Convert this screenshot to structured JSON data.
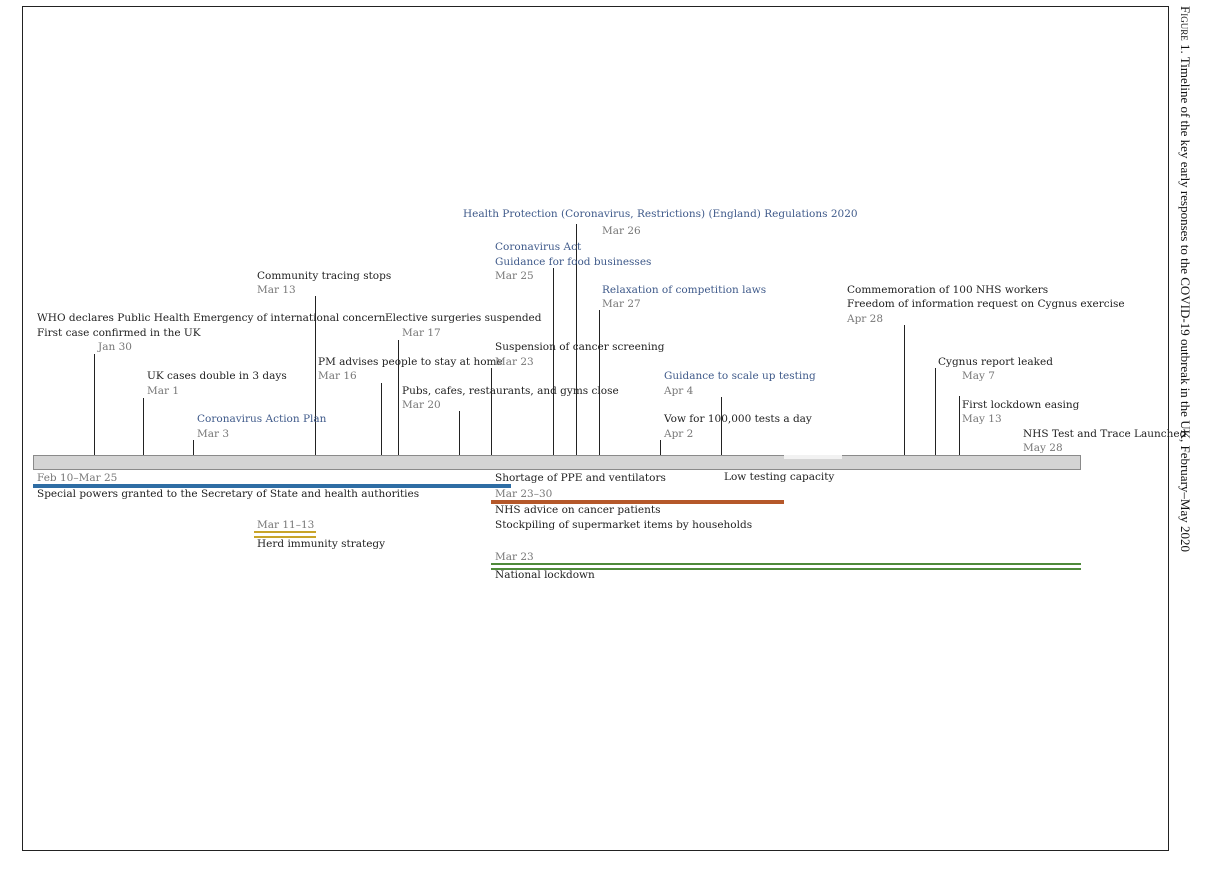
{
  "caption": {
    "figure_label": "Figure 1.",
    "text": "Timeline of the key early responses to the COVID-19 outbreak in the UK, February–May 2020"
  },
  "events_above": [
    {
      "label": "WHO declares Public Health Emergency of international concern",
      "color": "black"
    },
    {
      "label": "First case confirmed in the UK",
      "date": "Jan 30",
      "color": "black"
    },
    {
      "label": "UK cases double in 3 days",
      "date": "Mar 1",
      "color": "black"
    },
    {
      "label": "Coronavirus Action Plan",
      "date": "Mar 3",
      "color": "blue"
    },
    {
      "label": "Community tracing stops",
      "date": "Mar 13",
      "color": "black"
    },
    {
      "label": "PM advises people to stay at home",
      "date": "Mar 16",
      "color": "black"
    },
    {
      "label": "Elective surgeries suspended",
      "date": "Mar 17",
      "color": "black"
    },
    {
      "label": "Pubs, cafes, restaurants, and gyms close",
      "date": "Mar 20",
      "color": "black"
    },
    {
      "label": "Suspension of cancer screening",
      "date": "Mar 23",
      "color": "black"
    },
    {
      "label": "Coronavirus Act",
      "color": "blue"
    },
    {
      "label": "Guidance for food businesses",
      "date": "Mar 25",
      "color": "blue"
    },
    {
      "label": "Health Protection (Coronavirus, Restrictions) (England) Regulations 2020",
      "date": "Mar 26",
      "color": "blue"
    },
    {
      "label": "Relaxation of competition laws",
      "date": "Mar 27",
      "color": "blue"
    },
    {
      "label": "Vow for 100,000 tests a day",
      "date": "Apr 2",
      "color": "black"
    },
    {
      "label": "Guidance to scale up testing",
      "date": "Apr 4",
      "color": "blue"
    },
    {
      "label": "Commemoration of 100 NHS workers",
      "color": "black"
    },
    {
      "label": "Freedom of information request on Cygnus exercise",
      "date": "Apr 28",
      "color": "black"
    },
    {
      "label": "Cygnus report leaked",
      "date": "May 7",
      "color": "black"
    },
    {
      "label": "First lockdown easing",
      "date": "May 13",
      "color": "black"
    },
    {
      "label": "NHS Test and Trace Launched",
      "date": "May 28",
      "color": "black"
    }
  ],
  "periods_below": [
    {
      "date": "Feb 10–Mar 25",
      "label": "Special powers granted to the Secretary of State and health authorities",
      "color": "#2e6da4"
    },
    {
      "date": "Mar 11–13",
      "label": "Herd immunity strategy",
      "color": "#c8a42a"
    },
    {
      "date": "Mar 23–30",
      "label": "Shortage of PPE and ventilators",
      "color": "#b5582a"
    },
    {
      "label": "NHS advice on cancer patients"
    },
    {
      "label": "Stockpiling of supermarket items by households"
    },
    {
      "date": "Mar 23",
      "label": "National lockdown",
      "color": "#4f8a3a"
    },
    {
      "label": "Low testing capacity",
      "color": "#d9d9d9"
    }
  ]
}
